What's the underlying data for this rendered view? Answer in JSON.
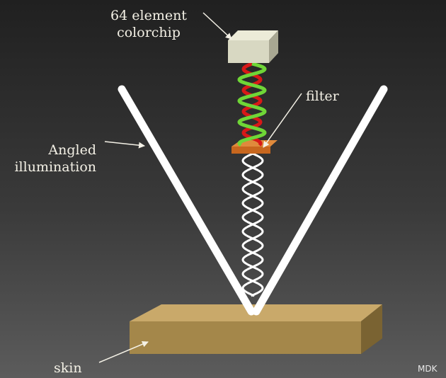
{
  "labels": {
    "colorchip_line1": "64 element",
    "colorchip_line2": "colorchip",
    "filter": "filter",
    "angled_line1": "Angled",
    "angled_line2": "illumination",
    "skin": "skin"
  },
  "credit": "MDK",
  "colors": {
    "chip": "#d8d8c2",
    "filter": "#c8671e",
    "skin": "#a4874a",
    "beam": "#ffffff",
    "wave_green": "#6fd637",
    "wave_red": "#d81818",
    "text": "#f4f1e6"
  }
}
